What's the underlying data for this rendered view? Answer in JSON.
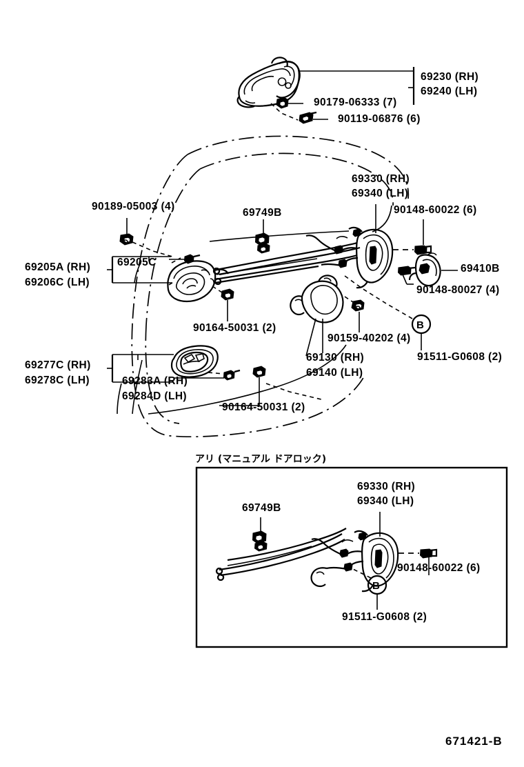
{
  "diagram": {
    "number": "671421-B",
    "inset_caption": "アリ (マニュアル ドアロック)"
  },
  "labels": {
    "outside_handle_rh": "69230 (RH)",
    "outside_handle_lh": "69240 (LH)",
    "screw_90179": "90179-06333 (7)",
    "bolt_90119": "90119-06876 (6)",
    "clip_90189": "90189-05003 (4)",
    "cable_clamp_69749b": "69749B",
    "lock_assy_rh": "69330 (RH)",
    "lock_assy_lh": "69340 (LH)",
    "screw_90148_60022": "90148-60022 (6)",
    "striker_69410b": "69410B",
    "bolt_90148_80027": "90148-80027 (4)",
    "handle_frame_rh": "69205A (RH)",
    "handle_frame_lh": "69206C (LH)",
    "handle_pad_69205c": "69205C",
    "screw_90164_upper": "90164-50031 (2)",
    "clip_90159": "90159-40202 (4)",
    "inside_handle_rh": "69130 (RH)",
    "inside_handle_lh": "69140 (LH)",
    "grommet_b": "B",
    "screw_91511": "91511-G0608 (2)",
    "bezel_rh": "69277C (RH)",
    "bezel_lh": "69278C (LH)",
    "cover_rh": "69283A (RH)",
    "cover_lh": "69284D (LH)",
    "screw_90164_lower": "90164-50031 (2)"
  },
  "inset": {
    "cable_clamp_69749b": "69749B",
    "lock_assy_rh": "69330 (RH)",
    "lock_assy_lh": "69340 (LH)",
    "screw_90148_60022": "90148-60022 (6)",
    "grommet_b": "B",
    "screw_91511": "91511-G0608 (2)"
  },
  "colors": {
    "ink": "#000000",
    "paper": "#ffffff"
  }
}
